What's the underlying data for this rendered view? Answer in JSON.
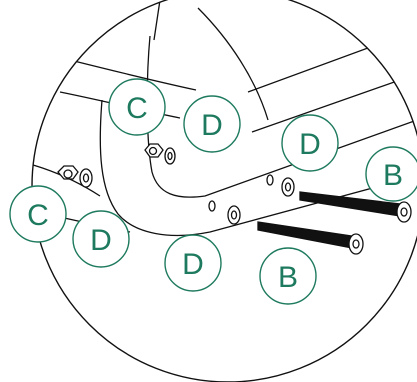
{
  "colors": {
    "accent": "#1e7a5e",
    "line": "#111111",
    "background": "#ffffff"
  },
  "callouts": [
    {
      "id": "c1",
      "text": "C"
    },
    {
      "id": "d1",
      "text": "D"
    },
    {
      "id": "d2",
      "text": "D"
    },
    {
      "id": "b1",
      "text": "B"
    },
    {
      "id": "c2",
      "text": "C"
    },
    {
      "id": "d3",
      "text": "D"
    },
    {
      "id": "d4",
      "text": "D"
    },
    {
      "id": "b2",
      "text": "B"
    }
  ]
}
